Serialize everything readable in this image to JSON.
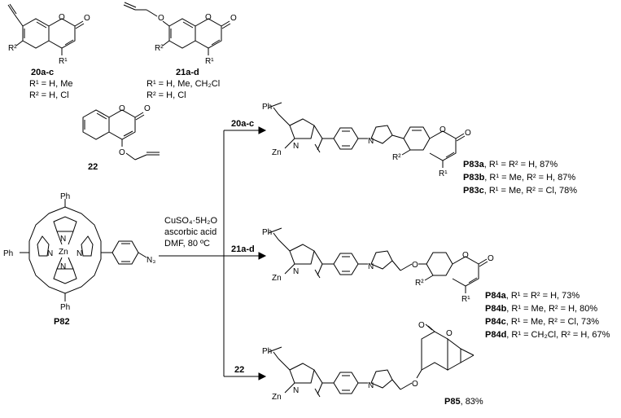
{
  "reagents": {
    "r20": {
      "id": "20a-c",
      "r1": "R¹ = H, Me",
      "r2": "R² = H, Cl"
    },
    "r21": {
      "id": "21a-d",
      "r1": "R¹ = H, Me, CH₂Cl",
      "r2": "R² = H, Cl"
    },
    "r22": {
      "id": "22"
    }
  },
  "start": {
    "id": "P82",
    "ph": "Ph",
    "n3": "N₃",
    "zn": "Zn",
    "n": "N"
  },
  "conditions": {
    "line1": "CuSO₄·5H₂O",
    "line2": "ascorbic acid",
    "line3": "DMF, 80 ºC"
  },
  "arrows": {
    "a1": "20a-c",
    "a2": "21a-d",
    "a3": "22"
  },
  "products": {
    "p83": [
      {
        "id": "P83a",
        "desc": ", R¹ = R² = H, 87%"
      },
      {
        "id": "P83b",
        "desc": ", R¹ = Me, R² = H, 87%"
      },
      {
        "id": "P83c",
        "desc": ", R¹ = Me, R² = Cl, 78%"
      }
    ],
    "p84": [
      {
        "id": "P84a",
        "desc": ", R¹ = R² = H, 73%"
      },
      {
        "id": "P84b",
        "desc": ", R¹ = Me, R² = H, 80%"
      },
      {
        "id": "P84c",
        "desc": ", R¹ = Me, R² = Cl, 73%"
      },
      {
        "id": "P84d",
        "desc": ", R¹ = CH₂Cl, R² = H, 67%"
      }
    ],
    "p85": {
      "id": "P85",
      "desc": ", 83%"
    }
  },
  "atoms": {
    "O": "O",
    "N": "N",
    "Zn": "Zn",
    "Ph": "Ph",
    "R1": "R¹",
    "R2": "R²"
  }
}
